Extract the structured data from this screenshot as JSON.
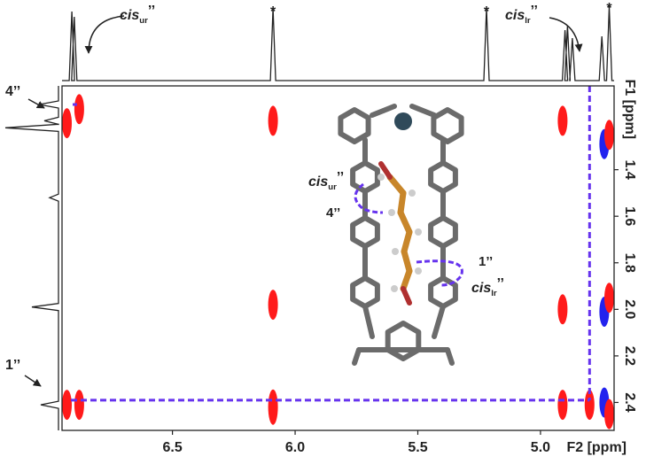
{
  "chart_data": {
    "type": "2D NMR spectrum (NOESY contour plot)",
    "x_axis": {
      "label": "F2 [ppm]",
      "ticks": [
        "6.5",
        "6.0",
        "5.5",
        "5.0"
      ],
      "tick_values": [
        6.5,
        6.0,
        5.5,
        5.0
      ],
      "range": [
        6.95,
        4.7
      ],
      "reversed": true
    },
    "y_axis": {
      "label": "F1 [ppm]",
      "ticks": [
        "1.4",
        "1.6",
        "1.8",
        "2.0",
        "2.2",
        "2.4"
      ],
      "tick_values": [
        1.4,
        1.6,
        1.8,
        2.0,
        2.2,
        2.4
      ],
      "range": [
        1.04,
        2.52
      ],
      "reversed": true
    },
    "top_spectrum_peaks_ppm": [
      6.91,
      6.9,
      6.09,
      5.22,
      4.9,
      4.89,
      4.87,
      4.75,
      4.72
    ],
    "left_spectrum_peaks_ppm": [
      1.12,
      1.19,
      1.22,
      1.52,
      1.99,
      2.41
    ],
    "annotations": {
      "top": [
        {
          "text": "cis",
          "sub": "ur",
          "sup": "’’",
          "ppm": 6.87
        },
        {
          "text": "cis",
          "sub": "lr",
          "sup": "’’",
          "ppm": 4.77
        },
        {
          "text": "*",
          "ppm": 6.09
        },
        {
          "text": "*",
          "ppm": 5.22
        },
        {
          "text": "*",
          "ppm": 4.72
        }
      ],
      "left": [
        {
          "text": "4’’",
          "ppm": 1.12
        },
        {
          "text": "1’’",
          "ppm": 2.39
        }
      ],
      "structure": [
        {
          "text": "cis",
          "sub": "ur",
          "sup": "’’"
        },
        {
          "text": "4’’"
        },
        {
          "text": "1’’"
        },
        {
          "text": "cis",
          "sub": "lr",
          "sup": "’’"
        }
      ]
    },
    "crosspeaks": [
      {
        "x": 6.93,
        "y": 1.2,
        "color": "red"
      },
      {
        "x": 6.88,
        "y": 1.14,
        "color": "red"
      },
      {
        "x": 6.93,
        "y": 2.41,
        "color": "red"
      },
      {
        "x": 6.88,
        "y": 2.41,
        "color": "red"
      },
      {
        "x": 6.09,
        "y": 1.19,
        "color": "red"
      },
      {
        "x": 6.09,
        "y": 1.98,
        "color": "red"
      },
      {
        "x": 6.09,
        "y": 2.42,
        "color": "red"
      },
      {
        "x": 4.91,
        "y": 1.19,
        "color": "red"
      },
      {
        "x": 4.91,
        "y": 2.0,
        "color": "red"
      },
      {
        "x": 4.91,
        "y": 2.41,
        "color": "red"
      },
      {
        "x": 4.8,
        "y": 2.41,
        "color": "red"
      },
      {
        "x": 4.74,
        "y": 1.29,
        "color": "blue"
      },
      {
        "x": 4.74,
        "y": 2.01,
        "color": "blue"
      },
      {
        "x": 4.74,
        "y": 2.4,
        "color": "blue"
      },
      {
        "x": 4.72,
        "y": 1.25,
        "color": "red"
      },
      {
        "x": 4.72,
        "y": 1.95,
        "color": "red"
      },
      {
        "x": 4.72,
        "y": 2.45,
        "color": "red"
      }
    ],
    "highlight_lines": [
      {
        "type": "horizontal",
        "ppm": 2.39
      },
      {
        "type": "vertical",
        "ppm": 4.8
      }
    ],
    "colors": {
      "positive": "#ff1a1a",
      "negative": "#2222ee",
      "guide": "#6633ee",
      "molecule": "#6b6b6b",
      "guest": "#c8862a"
    }
  }
}
